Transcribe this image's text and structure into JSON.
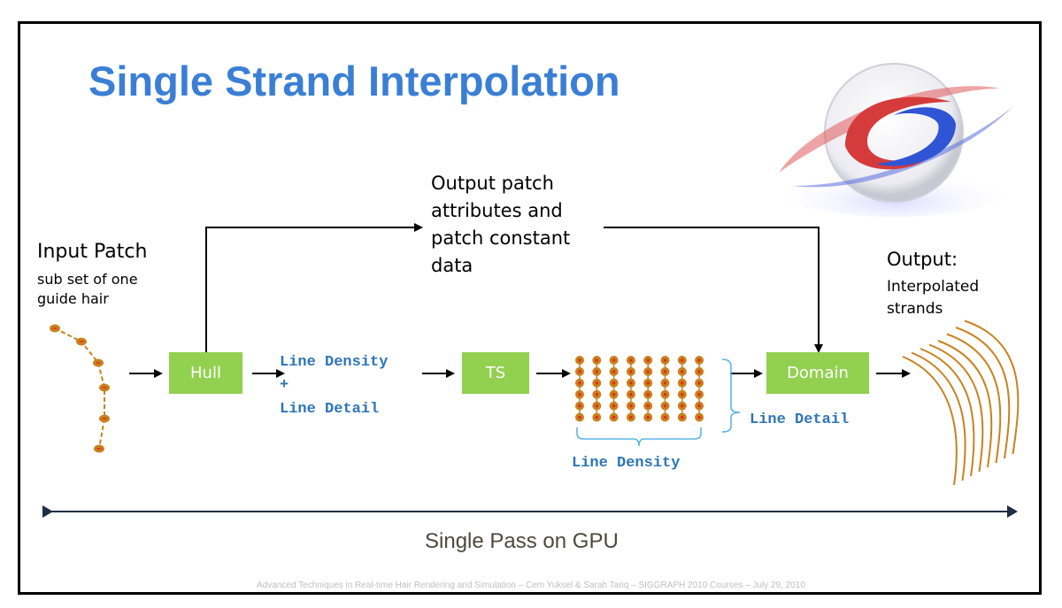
{
  "slide": {
    "title": "Single Strand Interpolation",
    "input": {
      "title": "Input Patch",
      "subtitle_lines": [
        "sub set of one",
        "guide hair"
      ]
    },
    "patch_output": {
      "lines": [
        "Output patch",
        "attributes and",
        "patch constant",
        "data"
      ]
    },
    "output": {
      "title": "Output:",
      "subtitle_lines": [
        "Interpolated",
        "strands"
      ]
    },
    "stages": {
      "hull": "Hull",
      "ts": "TS",
      "domain": "Domain"
    },
    "factors": {
      "line_density": "Line Density",
      "plus": "+",
      "line_detail": "Line Detail",
      "grid_density_label": "Line Density",
      "grid_detail_label": "Line Detail"
    },
    "tessellation_grid": {
      "columns": 8,
      "rows": 6
    },
    "guide_hair_points": 6,
    "output_strands": 8,
    "pass_label": "Single Pass on GPU",
    "footer": "Advanced Techniques in Real-time Hair Rendering and Simulation – Cem Yuksel & Sarah Tariq – SIGGRAPH 2010 Courses – July 29, 2010",
    "colors": {
      "title": "#3A7FD5",
      "stage_box": "#92D050",
      "factor_text": "#2E75B6",
      "bracket": "#5BB5E5",
      "hair": "#C8821E",
      "hair_dot_center": "#E0301E",
      "pass_arrow": "#1F2D45"
    }
  }
}
